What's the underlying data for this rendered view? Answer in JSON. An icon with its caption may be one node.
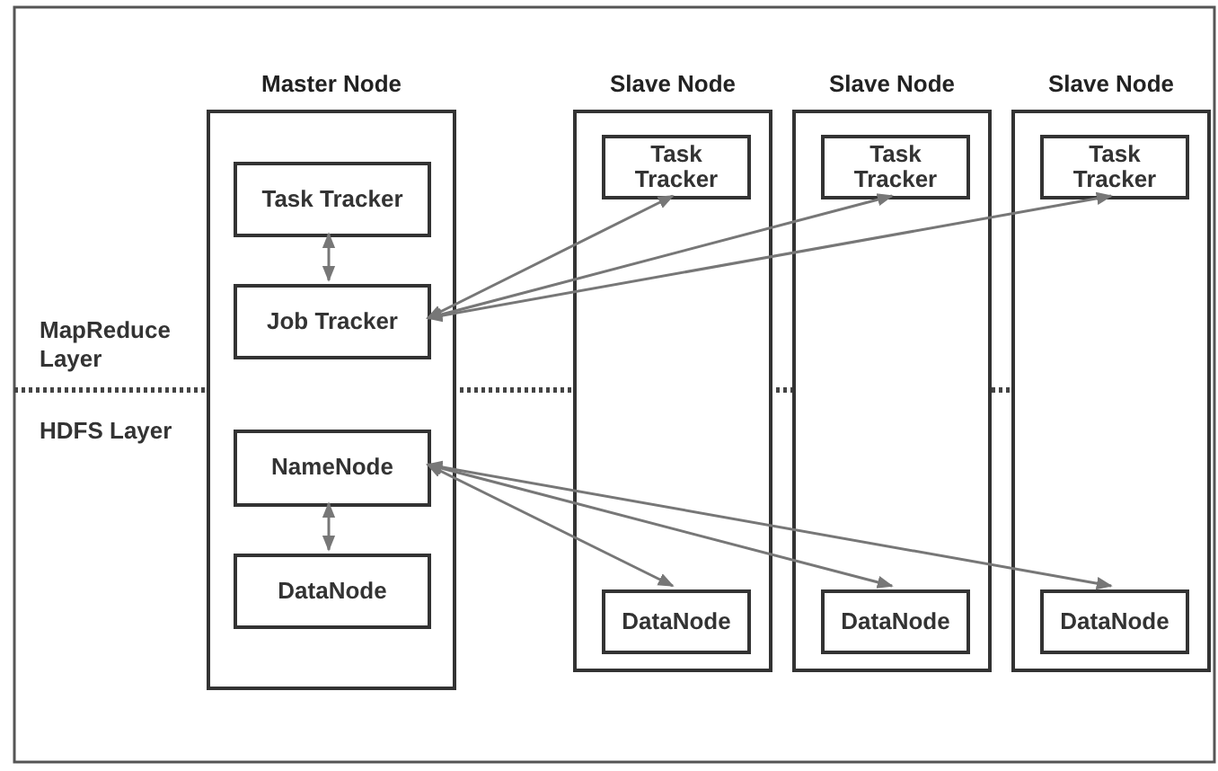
{
  "diagram": {
    "nodes": [
      {
        "text": [
          "Master Node"
        ]
      },
      {
        "text": [
          "Task Tracker"
        ],
        "in": 0
      },
      {
        "text": [
          "Job Tracker"
        ],
        "in": 0
      },
      {
        "text": [
          "NameNode"
        ],
        "in": 0
      },
      {
        "text": [
          "DataNode"
        ],
        "in": 0
      },
      {
        "text": [
          "Slave Node"
        ]
      },
      {
        "text": [
          "Task Tracker"
        ],
        "in": 5
      },
      {
        "text": [
          "DataNode"
        ],
        "in": 5
      },
      {
        "text": [
          "Slave Node"
        ]
      },
      {
        "text": [
          "Task Tracker"
        ],
        "in": 8
      },
      {
        "text": [
          "DataNode"
        ],
        "in": 8
      },
      {
        "text": [
          "Slave Node"
        ]
      },
      {
        "text": [
          "Task Tracker"
        ],
        "in": 11
      },
      {
        "text": [
          "DataNode"
        ],
        "in": 11
      }
    ],
    "edges": [
      {
        "from": 1,
        "to": 2,
        "arrow": "both"
      },
      {
        "from": 2,
        "to": 6,
        "arrow": "both"
      },
      {
        "from": 2,
        "to": 9,
        "arrow": "both"
      },
      {
        "from": 2,
        "to": 12,
        "arrow": "both"
      },
      {
        "from": 3,
        "to": 4,
        "arrow": "both"
      },
      {
        "from": 3,
        "to": 7,
        "arrow": "both"
      },
      {
        "from": 3,
        "to": 10,
        "arrow": "both"
      },
      {
        "from": 3,
        "to": 13,
        "arrow": "both"
      }
    ],
    "labels": [
      "MapReduce Layer",
      "HDFS Layer"
    ]
  }
}
